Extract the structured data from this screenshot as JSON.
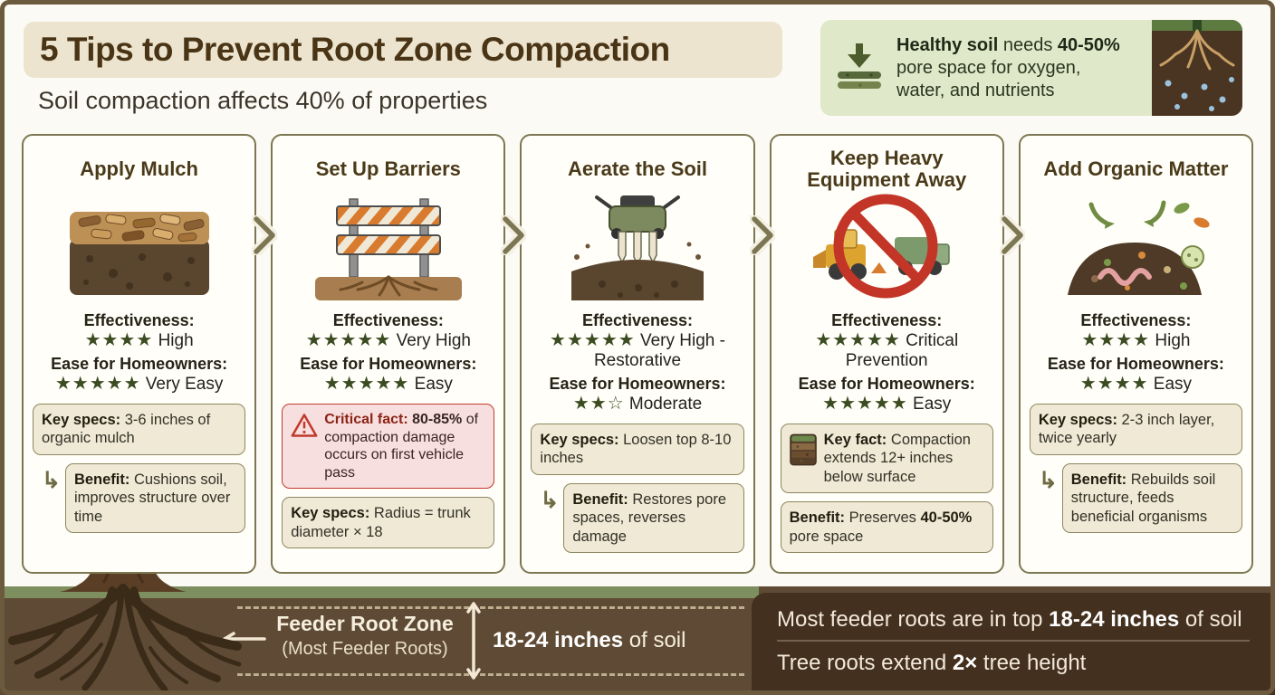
{
  "header": {
    "title": "5 Tips to Prevent Root Zone Compaction",
    "subtitle": "Soil compaction affects 40% of properties"
  },
  "callout": {
    "bold1": "Healthy soil",
    "mid1": " needs ",
    "bold2": "40-50%",
    "rest": " pore space for oxygen, water, and nutrients",
    "icon": "water-infiltration-icon",
    "image": "soil-roots-water-image"
  },
  "labels": {
    "effectiveness": "Effectiveness:",
    "ease": "Ease for Homeowners:"
  },
  "cards": [
    {
      "title": "Apply Mulch",
      "illustration": "mulch-illustration",
      "eff_stars": "★★★★",
      "eff_text": "High",
      "ease_stars": "★★★★★",
      "ease_text": "Very Easy",
      "box1_label": "Key specs:",
      "box1_text": " 3-6 inches of organic mulch",
      "box2_label": "Benefit:",
      "box2_text": " Cushions soil, improves structure over time"
    },
    {
      "title": "Set Up Barriers",
      "illustration": "barrier-illustration",
      "eff_stars": "★★★★★",
      "eff_text": "Very High",
      "ease_stars": "★★★★★",
      "ease_text": "Easy",
      "alert_label": "Critical fact:",
      "alert_bold": " 80-85%",
      "alert_text": " of compaction damage occurs on first vehicle pass",
      "box2_label": "Key specs:",
      "box2_text": " Radius = trunk diameter × 18"
    },
    {
      "title": "Aerate the Soil",
      "illustration": "aerator-illustration",
      "eff_stars": "★★★★★",
      "eff_text": "Very High - Restorative",
      "ease_stars": "★★☆",
      "ease_text": "Moderate",
      "box1_label": "Key specs:",
      "box1_text": " Loosen top 8-10 inches",
      "box2_label": "Benefit:",
      "box2_text": " Restores pore spaces, reverses damage"
    },
    {
      "title": "Keep Heavy Equipment Away",
      "illustration": "no-heavy-equipment-illustration",
      "eff_stars": "★★★★★",
      "eff_text": "Critical Prevention",
      "ease_stars": "★★★★★",
      "ease_text": "Easy",
      "box1_icon": "soil-layers-icon",
      "box1_label": "Key fact:",
      "box1_text": " Compaction extends 12+ inches below surface",
      "box2_label": "Benefit:",
      "box2_pre": " Preserves ",
      "box2_bold": "40-50%",
      "box2_post": " pore space"
    },
    {
      "title": "Add Organic Matter",
      "illustration": "compost-illustration",
      "eff_stars": "★★★★",
      "eff_text": "High",
      "ease_stars": "★★★★",
      "ease_text": "Easy",
      "box1_label": "Key specs:",
      "box1_text": " 2-3 inch layer, twice yearly",
      "box2_label": "Benefit:",
      "box2_text": " Rebuilds soil structure, feeds beneficial organisms"
    }
  ],
  "footer": {
    "zone_label_bold": "Feeder Root Zone",
    "zone_label_sub": "(Most Feeder Roots)",
    "depth_bold": "18-24 inches",
    "depth_rest": " of soil",
    "fact1_pre": "Most feeder roots are in top ",
    "fact1_bold": "18-24 inches",
    "fact1_post": " of soil",
    "fact2_pre": "Tree roots extend ",
    "fact2_bold": "2×",
    "fact2_post": " tree height"
  },
  "colors": {
    "accent_olive": "#7c7752",
    "star_green": "#3c4c22",
    "alert_red": "#c2392b",
    "callout_green": "#dfe8c9",
    "soil_brown": "#5f4b35",
    "panel_brown": "#44301f",
    "title_band": "#ece4ce"
  }
}
